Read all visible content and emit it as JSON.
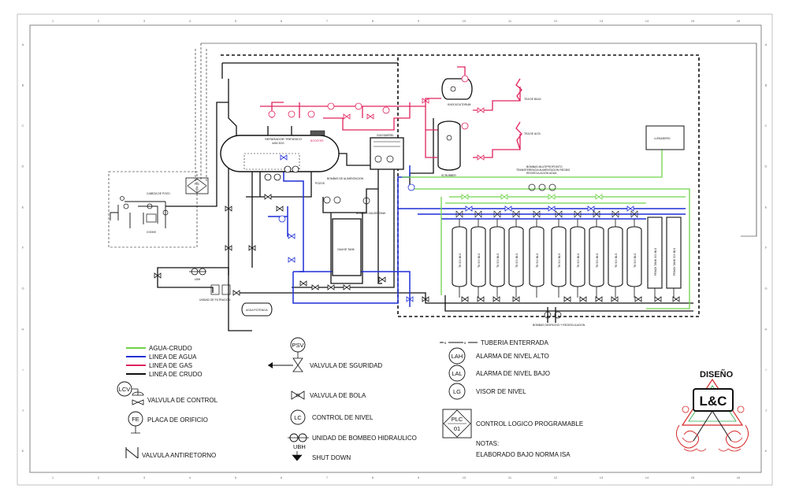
{
  "colors": {
    "agua_crudo": "#6fd34a",
    "linea_agua": "#1f2fd6",
    "linea_gas": "#e0245e",
    "linea_crudo": "#111111",
    "frame": "#555555",
    "logo": "#d62a2a"
  },
  "ruler_top": [
    "1",
    "2",
    "3",
    "4",
    "5",
    "6",
    "7",
    "8",
    "9",
    "10",
    "11",
    "12",
    "13",
    "14",
    "15",
    "16"
  ],
  "ruler_left": [
    "A",
    "B",
    "C",
    "D",
    "E",
    "F",
    "G",
    "H",
    "I",
    "J",
    "K"
  ],
  "equipment": {
    "cabeza_pozo": "CABEZA DE POZO",
    "choke": "CHOKE",
    "separador": "SEPARADOR TRIFASICO",
    "separador_sub": "4400 3GG",
    "booster": "BOOSTER",
    "gun_barrel": "GUN BARREL",
    "knockout": "KNOCKOUTDRUM",
    "scrubber": "SCRUBBER",
    "tea_baja": "TEA DE BAJA",
    "tea_alta": "TEA DE ALTA",
    "llenadero": "LLENADERO",
    "gauge_tank": "GAUGE TANK",
    "bombas_gauge": "BOMBAS GAUGE TANK",
    "bombas_alim": "BOMBAS DE ALIMENTACION",
    "bombas_alim_sub": "POZOS",
    "unidad_filtracion": "UNIDAD DE FILTRACION",
    "ubh": "UBH",
    "agua_potencia": "AGUA POTENCIA",
    "multiproposito_1": "BOMBAS MULTIPROPOSITO",
    "multiproposito_2": "TRANSFERENCIA ALIMENTACION RECIBO",
    "multiproposito_3": "RECIRCULACION AGUA",
    "despacho": "BOMBAS DESPACHO Y RECIRCULACION",
    "plc_top": "PLC",
    "plc_bottom": "01"
  },
  "tanks": [
    "TK 500 BLS",
    "TK 500 BLS",
    "TK 500 BLS",
    "TK 500 BLS",
    "TK 500 BLS",
    "TK 500 BLS",
    "TK 500 BLS",
    "TK 500 BLS",
    "TK 500 BLS",
    "TK 500 BLS"
  ],
  "frac_tanks": [
    "FRACK TANK 500 BLS",
    "FRACK TANK 500 BLS"
  ],
  "legend_lines": [
    {
      "label": "AGUA-CRUDO",
      "color": "#6fd34a"
    },
    {
      "label": "LINEA DE AGUA",
      "color": "#1f2fd6"
    },
    {
      "label": "LINEA DE GAS",
      "color": "#e0245e"
    },
    {
      "label": "LINEA DE CRUDO",
      "color": "#111111"
    }
  ],
  "legend_symbols": {
    "lcv": "LCV",
    "lcv_label": "VALVULA DE CONTROL",
    "fe": "FE",
    "fe_label": "PLACA DE ORIFICIO",
    "antiretorno_label": "VALVULA ANTIRETORNO",
    "psv": "PSV",
    "psv_label": "VALVULA DE SGURIDAD",
    "bola_label": "VALVULA DE BOLA",
    "lc": "LC",
    "lc_label": "CONTROL DE NIVEL",
    "ubh": "UBH",
    "ubh_label": "UNIDAD DE BOMBEO HIDRAULICO",
    "shutdown_label": "SHUT DOWN",
    "tuberia_marker": "B",
    "tuberia_label": "TUBERIA ENTERRADA",
    "lah": "LAH",
    "lah_label": "ALARMA DE NIVEL ALTO",
    "lal": "LAL",
    "lal_label": "ALARMA DE NIVEL BAJO",
    "lg": "LG",
    "lg_label": "VISOR DE NIVEL",
    "plc_top": "PLC",
    "plc_bottom": "01",
    "plc_label": "CONTROL LOGICO PROGRAMABLE",
    "notas_title": "NOTAS:",
    "notas_text": "ELABORADO BAJO NORMA ISA"
  },
  "logo": {
    "title": "DISEÑO",
    "mark": "L&C"
  }
}
